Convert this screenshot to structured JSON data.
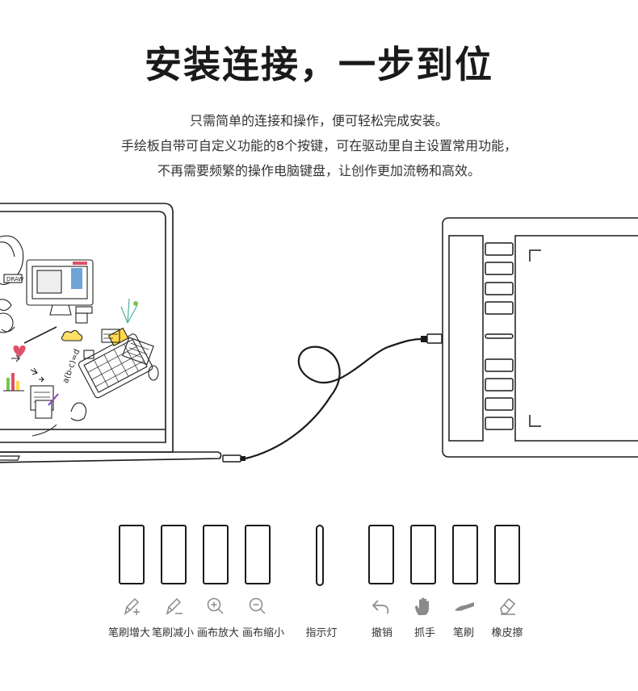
{
  "header": {
    "title": "安装连接，一步到位"
  },
  "description": {
    "line1": "只需简单的连接和操作，便可轻松完成安装。",
    "line2": "手绘板自带可自定义功能的8个按键，可在驱动里自主设置常用功能，",
    "line3": "不再需要频繁的操作电脑键盘，让创作更加流畅和高效。"
  },
  "illustration": {
    "laptop_sticker_text": "DRAW",
    "doodle_text": "a(b-c)=d"
  },
  "keys": [
    {
      "label": "笔刷增大",
      "icon": "brush-plus-icon"
    },
    {
      "label": "笔刷减小",
      "icon": "brush-minus-icon"
    },
    {
      "label": "画布放大",
      "icon": "zoom-in-icon"
    },
    {
      "label": "画布缩小",
      "icon": "zoom-out-icon"
    },
    {
      "label": "指示灯",
      "icon": "none"
    },
    {
      "label": "撤销",
      "icon": "undo-icon"
    },
    {
      "label": "抓手",
      "icon": "hand-icon"
    },
    {
      "label": "笔刷",
      "icon": "brush-icon"
    },
    {
      "label": "橡皮擦",
      "icon": "eraser-icon"
    }
  ]
}
